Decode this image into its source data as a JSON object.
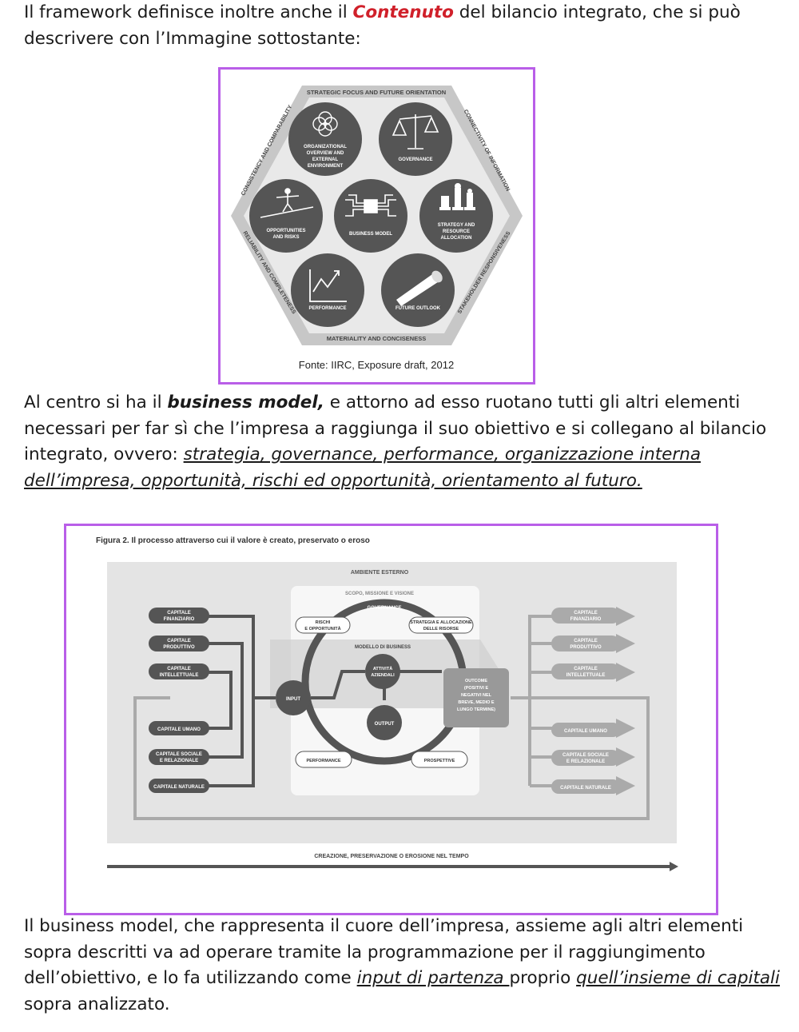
{
  "colors": {
    "accent_red": "#d0202a",
    "frame": "#b95ee8",
    "text": "#1a1a1a"
  },
  "para1": {
    "part1": "Il framework definisce inoltre anche il ",
    "highlight": "Contenuto",
    "part2": " del bilancio integrato, che si può descrivere con l’Immagine sottostante:"
  },
  "figure1": {
    "source": "Fonte: IIRC, Exposure draft, 2012",
    "sides": {
      "top": "STRATEGIC FOCUS AND FUTURE ORIENTATION",
      "top_right": "CONNECTIVITY OF INFORMATION",
      "bottom_right": "STAKEHOLDER RESPONSIVENESS",
      "bottom": "MATERIALITY AND CONCISENESS",
      "bottom_left": "RELIABILITY AND COMPLETENESS",
      "top_left": "CONSISTENCY AND COMPARABILITY"
    },
    "elements": {
      "org1": "ORGANIZATIONAL",
      "org2": "OVERVIEW AND",
      "org3": "EXTERNAL",
      "org4": "ENVIRONMENT",
      "governance": "GOVERNANCE",
      "opp1": "OPPORTUNITIES",
      "opp2": "AND RISKS",
      "business_model": "BUSINESS MODEL",
      "str1": "STRATEGY AND",
      "str2": "RESOURCE",
      "str3": "ALLOCATION",
      "performance": "PERFORMANCE",
      "future": "FUTURE OUTLOOK"
    }
  },
  "para2": {
    "p1": "Al centro si ha il ",
    "bold": "business model,",
    "p2": " e attorno ad esso ruotano tutti gli altri elementi necessari per far sì che l’impresa a raggiunga il suo obiettivo e si collegano al bilancio integrato, ovvero: ",
    "underlined": "strategia, governance, performance, organizzazione interna dell’impresa, opportunità, rischi ed opportunità, orientamento al futuro."
  },
  "figure2": {
    "caption": "Figura 2. Il processo attraverso cui il valore è creato, preservato o eroso",
    "ambiente": "AMBIENTE ESTERNO",
    "scopo": "SCOPO, MISSIONE E VISIONE",
    "governance": "GOVERNANCE",
    "rischi1": "RISCHI",
    "rischi2": "E OPPORTUNITÀ",
    "strategia1": "STRATEGIA E ALLOCAZIONE",
    "strategia2": "DELLE RISORSE",
    "modello": "MODELLO DI BUSINESS",
    "input": "INPUT",
    "attivita1": "ATTIVITÀ",
    "attivita2": "AZIENDALI",
    "output": "OUTPUT",
    "outcome": [
      "OUTCOME",
      "(POSITIVI E",
      "NEGATIVI NEL",
      "BREVE, MEDIO E",
      "LUNGO TERMINE)"
    ],
    "performance": "PERFORMANCE",
    "prospettive": "PROSPETTIVE",
    "creazione": "CREAZIONE, PRESERVAZIONE O EROSIONE NEL TEMPO",
    "capitali": {
      "fin1": "CAPITALE",
      "fin2": "FINANZIARIO",
      "prod1": "CAPITALE",
      "prod2": "PRODUTTIVO",
      "int1": "CAPITALE",
      "int2": "INTELLETTUALE",
      "umano": "CAPITALE UMANO",
      "soc1": "CAPITALE SOCIALE",
      "soc2": "E RELAZIONALE",
      "nat": "CAPITALE NATURALE"
    }
  },
  "para3": {
    "p1": "Il business model, che rappresenta il cuore dell’impresa, assieme agli altri elementi sopra descritti va ad operare tramite la programmazione per il raggiungimento dell’obiettivo, e lo fa utilizzando come ",
    "u1": "input di partenza ",
    "p2": "proprio ",
    "u2": "quell’insieme di capitali",
    "p3": " sopra analizzato."
  }
}
